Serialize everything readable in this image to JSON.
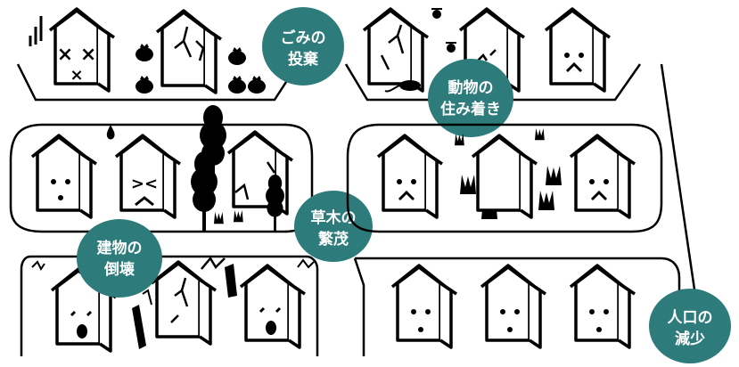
{
  "labels": {
    "garbage": {
      "line1": "ごみの",
      "line2": "投棄"
    },
    "animals": {
      "line1": "動物の",
      "line2": "住み着き"
    },
    "weeds": {
      "line1": "草木の",
      "line2": "繁茂"
    },
    "collapse": {
      "line1": "建物の",
      "line2": "倒壊"
    },
    "population": {
      "line1": "人口の",
      "line2": "減少"
    }
  },
  "colors": {
    "label_bg": "#2e7b7b",
    "label_text": "#ffffff",
    "line": "#000000",
    "background": "#ffffff"
  },
  "icons": [
    "house-icon",
    "garbage-bag-icon",
    "tree-icon",
    "grass-icon",
    "rat-icon",
    "fly-icon",
    "crack-icon",
    "broken-pillar-icon"
  ]
}
